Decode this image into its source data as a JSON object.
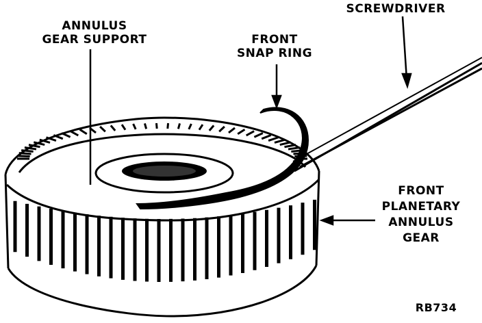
{
  "labels": {
    "annulus_gear_support": [
      "ANNULUS",
      "GEAR SUPPORT"
    ],
    "front_snap_ring": [
      "FRONT",
      "SNAP RING"
    ],
    "screwdriver": "SCREWDRIVER",
    "front_planetary_annulus_gear": [
      "FRONT",
      "PLANETARY",
      "ANNULUS",
      "GEAR"
    ],
    "figure_code": "RB734"
  },
  "colors": {
    "ink": "#000000",
    "paper": "#ffffff"
  }
}
